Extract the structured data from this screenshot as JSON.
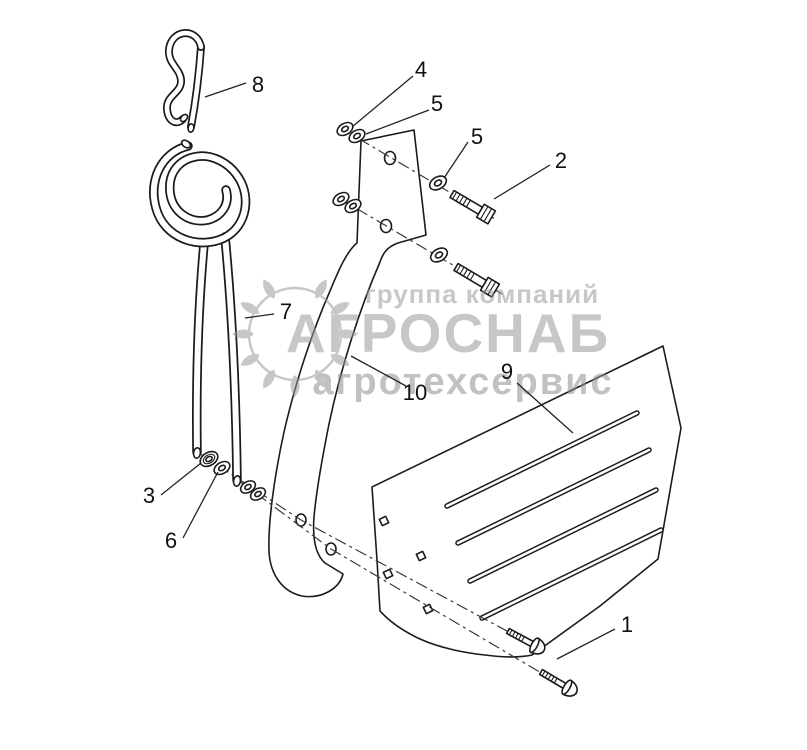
{
  "watermark": {
    "line1": "группа компаний",
    "line2": "АГРОСНАБ",
    "line3": "агротехсервис"
  },
  "callouts": [
    {
      "label": "8"
    },
    {
      "label": "4"
    },
    {
      "label": "5"
    },
    {
      "label": "5"
    },
    {
      "label": "2"
    },
    {
      "label": "7"
    },
    {
      "label": "10"
    },
    {
      "label": "9"
    },
    {
      "label": "3"
    },
    {
      "label": "6"
    },
    {
      "label": "1"
    }
  ],
  "colors": {
    "line": "#1b1b1b",
    "watermark": "#9b9b9b",
    "background": "#ffffff"
  }
}
